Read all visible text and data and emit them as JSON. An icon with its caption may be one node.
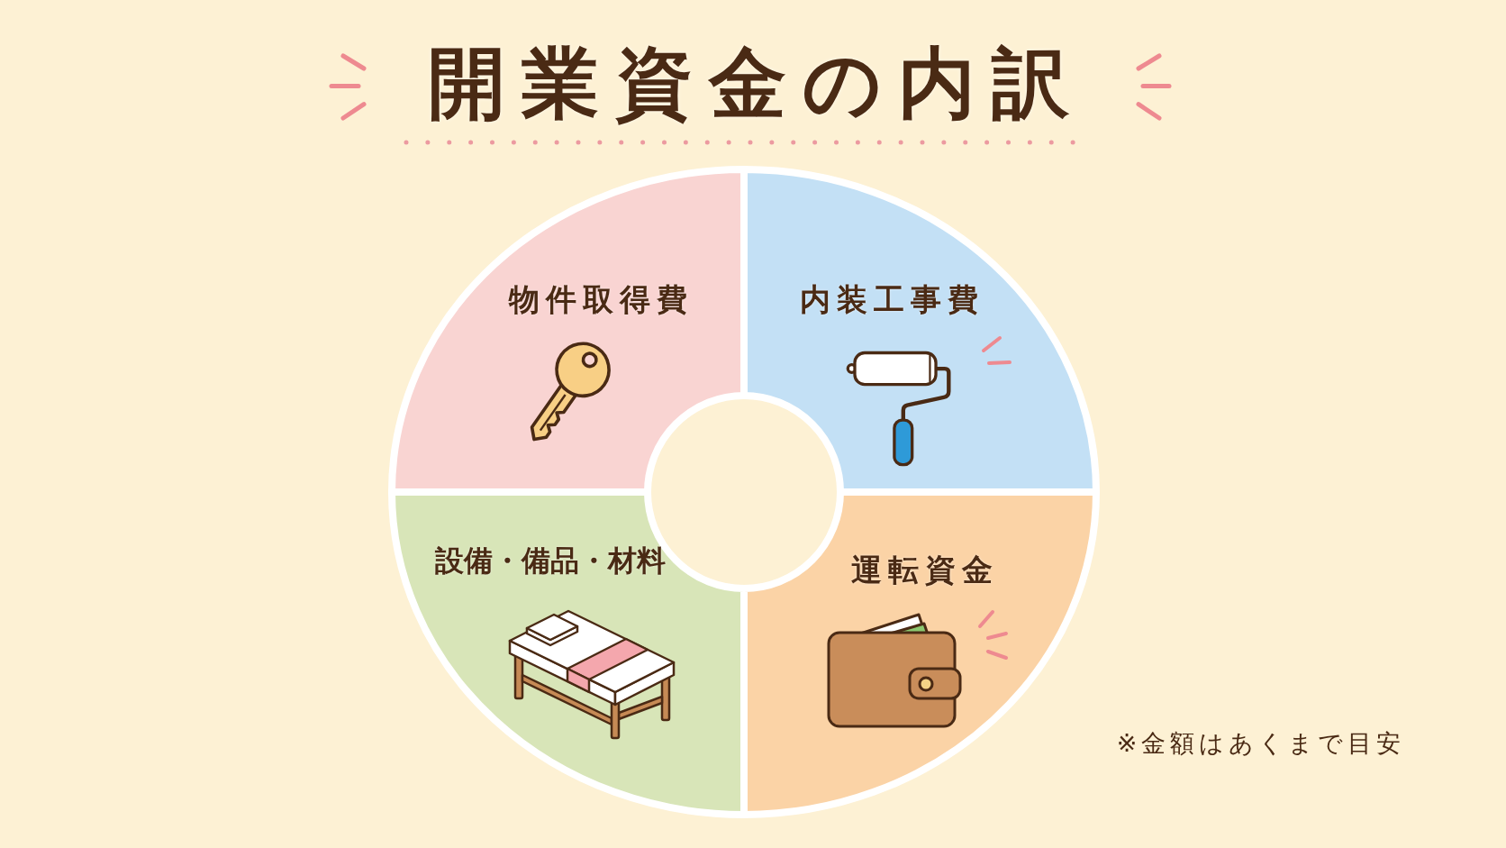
{
  "diagram": {
    "title": "開業資金の内訳",
    "nodes": [
      {
        "text": [
          "物件取得費"
        ]
      },
      {
        "text": [
          "内装工事費"
        ]
      },
      {
        "text": [
          "設備・備品・材料"
        ]
      },
      {
        "text": [
          "運転資金"
        ]
      }
    ],
    "labels": [
      "※金額はあくまで目安"
    ]
  }
}
